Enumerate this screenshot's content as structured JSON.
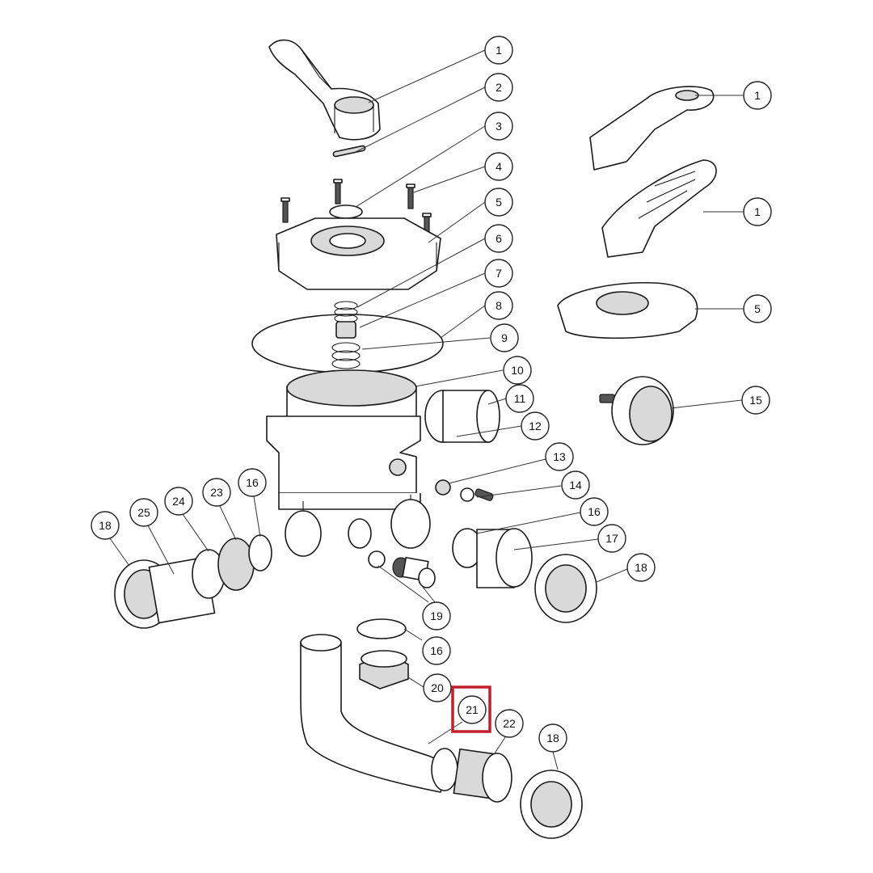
{
  "diagram": {
    "highlight_color": "#c0202a",
    "highlighted_part": "21",
    "callouts": [
      {
        "id": "c1a",
        "label": "1"
      },
      {
        "id": "c2",
        "label": "2"
      },
      {
        "id": "c3",
        "label": "3"
      },
      {
        "id": "c4",
        "label": "4"
      },
      {
        "id": "c5a",
        "label": "5"
      },
      {
        "id": "c6",
        "label": "6"
      },
      {
        "id": "c7",
        "label": "7"
      },
      {
        "id": "c8",
        "label": "8"
      },
      {
        "id": "c9",
        "label": "9"
      },
      {
        "id": "c10",
        "label": "10"
      },
      {
        "id": "c11",
        "label": "11"
      },
      {
        "id": "c12",
        "label": "12"
      },
      {
        "id": "c13",
        "label": "13"
      },
      {
        "id": "c14",
        "label": "14"
      },
      {
        "id": "c16a",
        "label": "16"
      },
      {
        "id": "c16b",
        "label": "16"
      },
      {
        "id": "c17",
        "label": "17"
      },
      {
        "id": "c18a",
        "label": "18"
      },
      {
        "id": "c18b",
        "label": "18"
      },
      {
        "id": "c23",
        "label": "23"
      },
      {
        "id": "c24",
        "label": "24"
      },
      {
        "id": "c25",
        "label": "25"
      },
      {
        "id": "c19",
        "label": "19"
      },
      {
        "id": "c16c",
        "label": "16"
      },
      {
        "id": "c20",
        "label": "20"
      },
      {
        "id": "c21",
        "label": "21"
      },
      {
        "id": "c22",
        "label": "22"
      },
      {
        "id": "c18c",
        "label": "18"
      },
      {
        "id": "c1b",
        "label": "1"
      },
      {
        "id": "c1c",
        "label": "1"
      },
      {
        "id": "c5b",
        "label": "5"
      },
      {
        "id": "c15",
        "label": "15"
      }
    ]
  }
}
